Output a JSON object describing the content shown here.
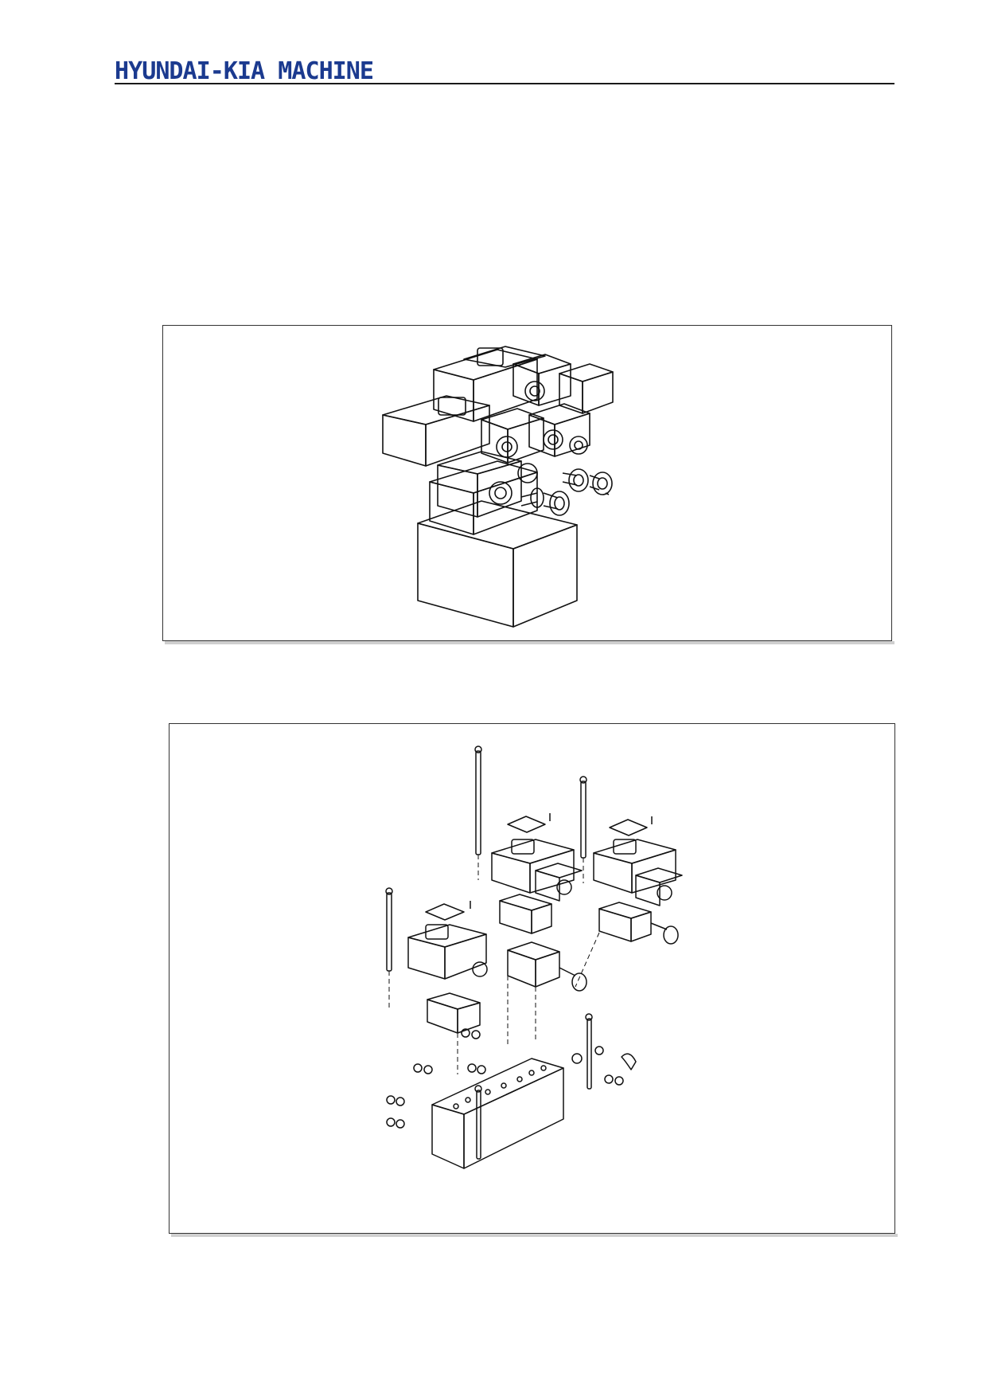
{
  "header": {
    "logo_text": "HYUNDAI-KIA MACHINE",
    "logo_color": "#1b3a8f"
  },
  "figures": [
    {
      "kind": "line-drawing",
      "subject": "assembled-valve-stack"
    },
    {
      "kind": "line-drawing",
      "subject": "exploded-valve-stack"
    }
  ]
}
